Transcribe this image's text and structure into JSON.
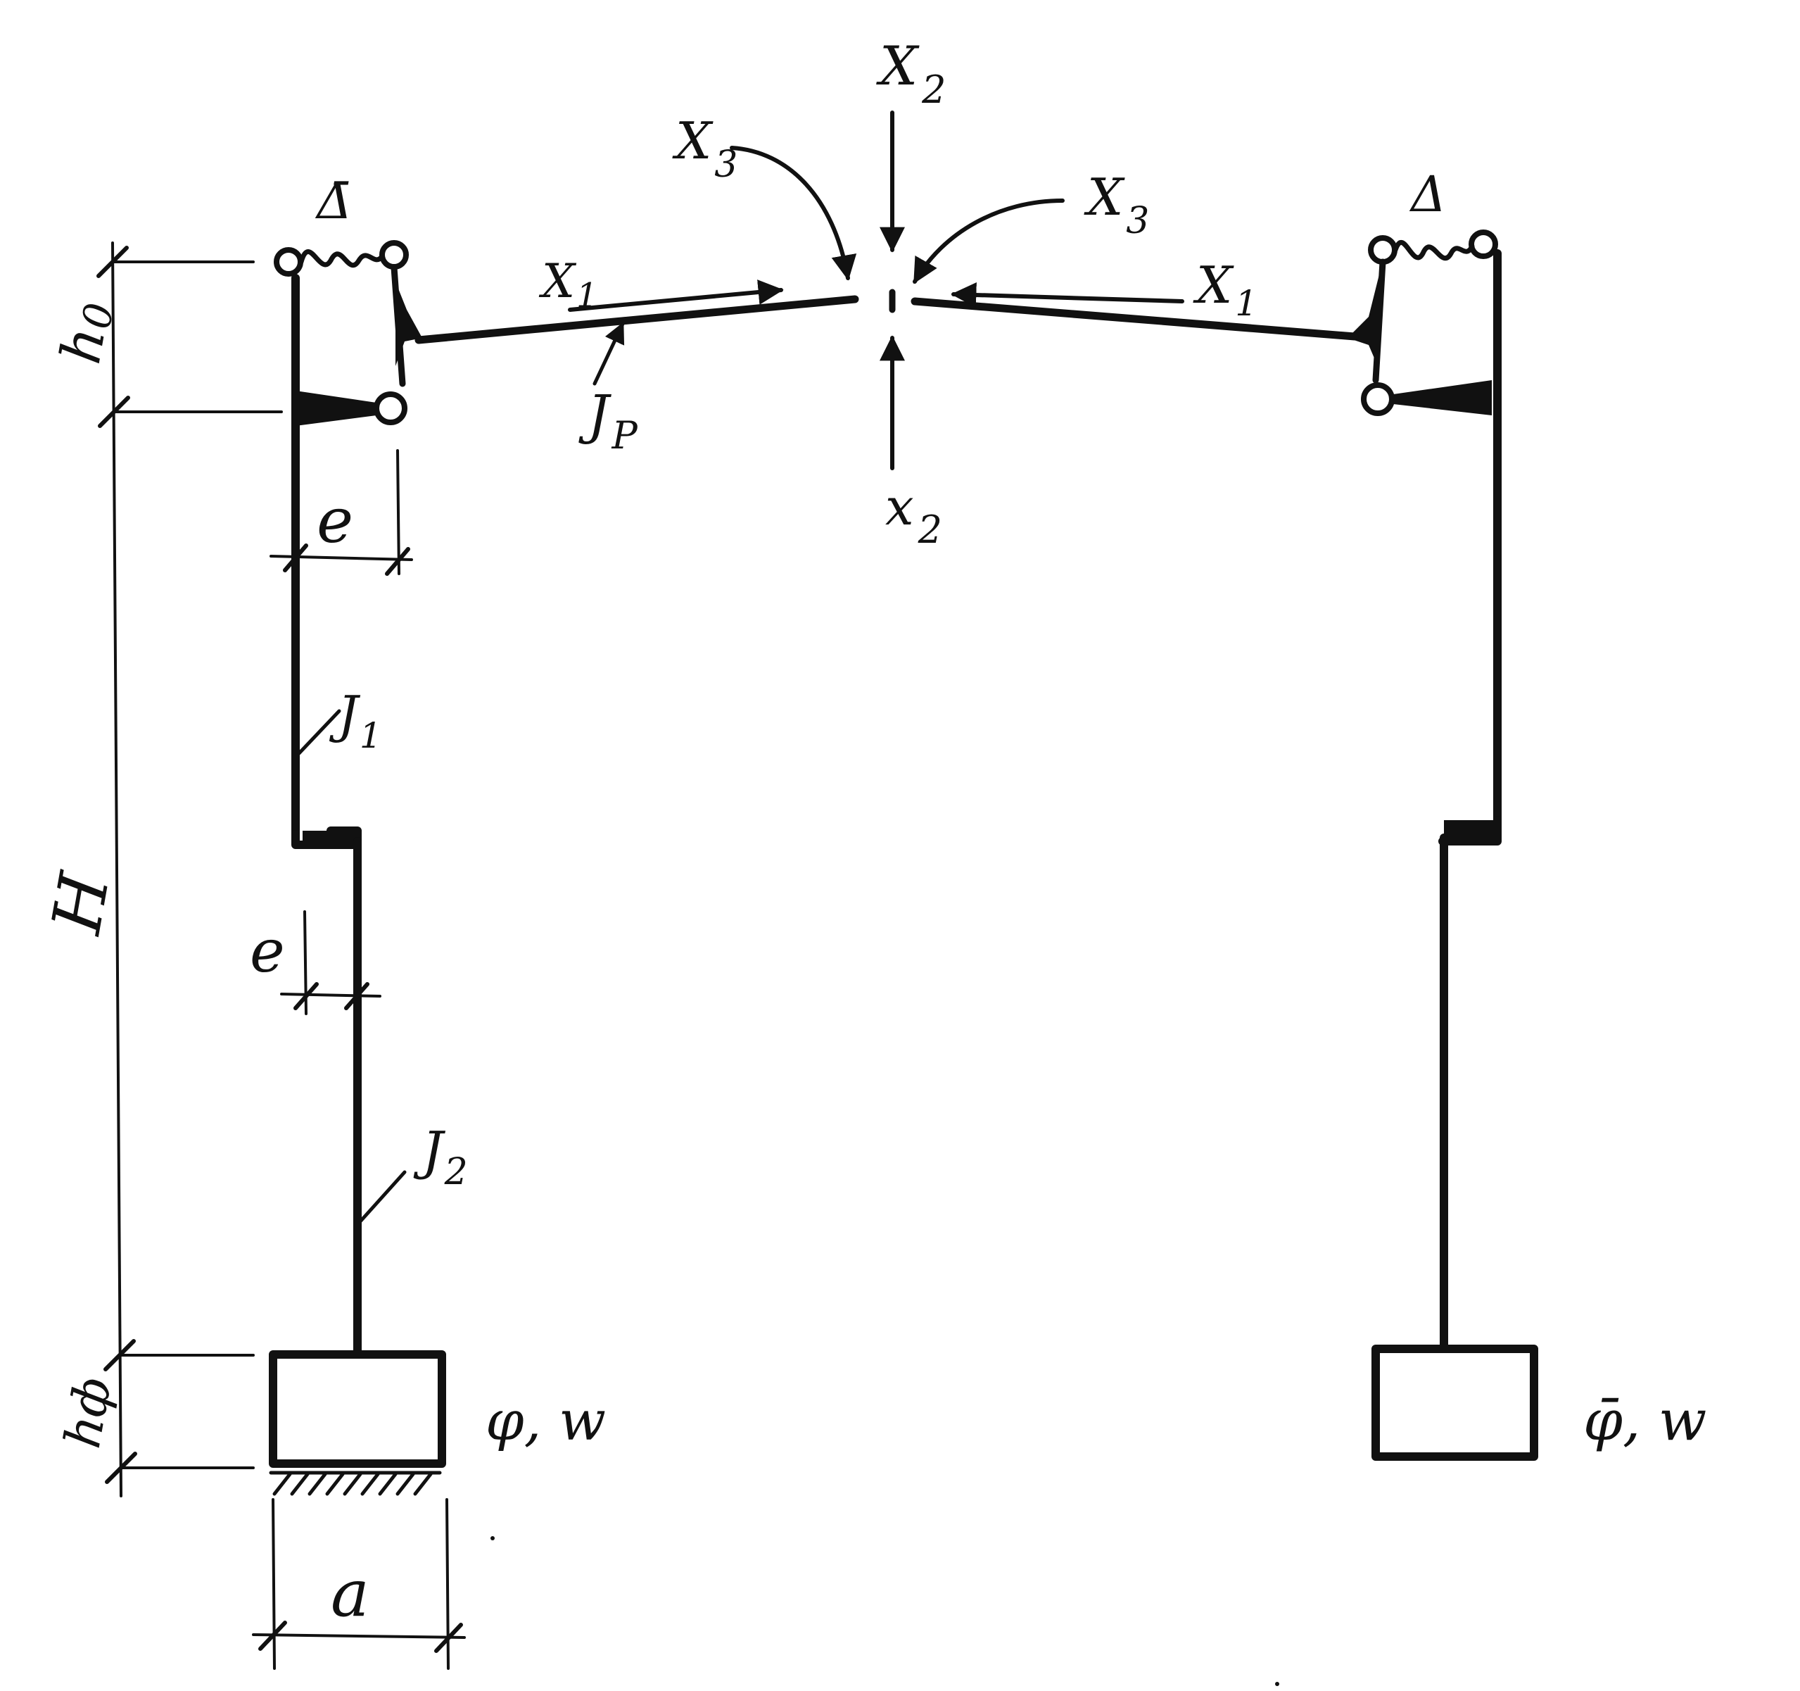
{
  "colors": {
    "ink": "#111111",
    "paper": "#ffffff"
  },
  "labels": {
    "x2_top": {
      "main": "X",
      "sub": "2"
    },
    "x2_bottom": {
      "main": "x",
      "sub": "2"
    },
    "x3_left": {
      "main": "X",
      "sub": "3"
    },
    "x3_right": {
      "main": "X",
      "sub": "3"
    },
    "x1_left": {
      "main": "X",
      "sub": "1"
    },
    "x1_right": {
      "main": "X",
      "sub": "1"
    },
    "delta_left": "Δ̄",
    "delta_right": "Δ",
    "jp": {
      "main": "J",
      "sub": "P"
    },
    "j1": {
      "main": "J",
      "sub": "1"
    },
    "j2": {
      "main": "J",
      "sub": "2"
    },
    "h0": {
      "main": "h",
      "sub": "0"
    },
    "H": "H",
    "hф": "hф",
    "e_upper": "e",
    "e_lower": "e",
    "a": "a",
    "phi_w_left": "φ, w",
    "phi_w_right": "φ̄, w"
  }
}
